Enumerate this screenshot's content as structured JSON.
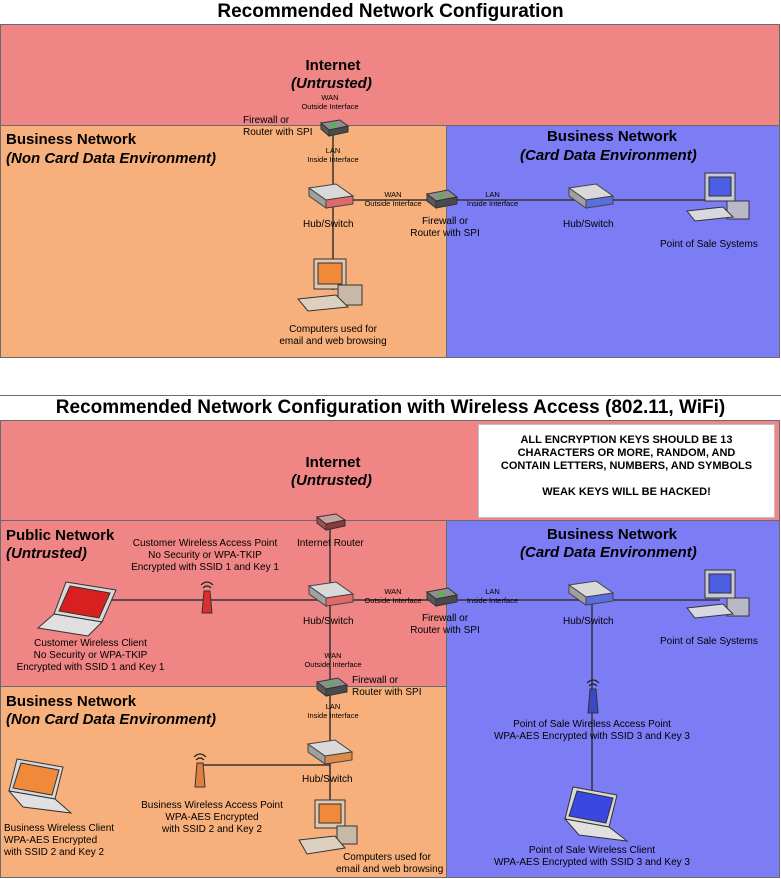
{
  "diagram1": {
    "title": "Recommended Network Configuration",
    "internet": {
      "name": "Internet",
      "sub": "(Untrusted)"
    },
    "business_noncard": {
      "name": "Business Network",
      "sub": "(Non Card Data Environment)"
    },
    "business_card": {
      "name": "Business Network",
      "sub": "(Card Data Environment)"
    },
    "wan_top": {
      "line1": "WAN",
      "line2": "Outside Interface"
    },
    "firewall1_label": {
      "line1": "Firewall or",
      "line2": "Router with SPI"
    },
    "lan_below": {
      "line1": "LAN",
      "line2": "Inside Interface"
    },
    "wan_mid": {
      "line1": "WAN",
      "line2": "Outside Interface"
    },
    "lan_mid": {
      "line1": "LAN",
      "line2": "Inside Interface"
    },
    "firewall2_label": {
      "line1": "Firewall or",
      "line2": "Router with SPI"
    },
    "hub_left": "Hub/Switch",
    "hub_right": "Hub/Switch",
    "pos_label": "Point of Sale Systems",
    "computer_label": {
      "line1": "Computers used for",
      "line2": "email and web browsing"
    }
  },
  "diagram2": {
    "title": "Recommended Network Configuration with Wireless Access (802.11, WiFi)",
    "warning": {
      "line1": "ALL ENCRYPTION KEYS SHOULD BE 13",
      "line2": "CHARACTERS OR MORE, RANDOM, AND",
      "line3": "CONTAIN LETTERS, NUMBERS, AND SYMBOLS",
      "line4": "WEAK KEYS WILL BE HACKED!"
    },
    "internet": {
      "name": "Internet",
      "sub": "(Untrusted)"
    },
    "public": {
      "name": "Public Network",
      "sub": "(Untrusted)"
    },
    "business_card": {
      "name": "Business Network",
      "sub": "(Card Data Environment)"
    },
    "business_noncard": {
      "name": "Business Network",
      "sub": "(Non Card Data Environment)"
    },
    "internet_router": "Internet Router",
    "customer_ap": {
      "line1": "Customer Wireless Access Point",
      "line2": "No Security or WPA-TKIP",
      "line3": "Encrypted with SSID 1 and Key 1"
    },
    "customer_client": {
      "line1": "Customer Wireless Client",
      "line2": "No Security or WPA-TKIP",
      "line3": "Encrypted with SSID 1 and Key 1"
    },
    "hub_public": "Hub/Switch",
    "wan_mid": {
      "line1": "WAN",
      "line2": "Outside Interface"
    },
    "lan_mid": {
      "line1": "LAN",
      "line2": "Inside Interface"
    },
    "firewall_mid_label": {
      "line1": "Firewall or",
      "line2": "Router with SPI"
    },
    "hub_card": "Hub/Switch",
    "pos_label": "Point of Sale Systems",
    "wan_vert": {
      "line1": "WAN",
      "line2": "Outside Interface"
    },
    "firewall_low_label": {
      "line1": "Firewall or",
      "line2": "Router with SPI"
    },
    "lan_vert": {
      "line1": "LAN",
      "line2": "Inside Interface"
    },
    "hub_business": "Hub/Switch",
    "business_ap": {
      "line1": "Business Wireless Access Point",
      "line2": "WPA-AES Encrypted",
      "line3": "with SSID 2 and Key 2"
    },
    "business_client": {
      "line1": "Business Wireless Client",
      "line2": "WPA-AES Encrypted",
      "line3": "with SSID 2 and Key 2"
    },
    "computer_label": {
      "line1": "Computers used for",
      "line2": "email and web browsing"
    },
    "pos_ap": {
      "line1": "Point of Sale Wireless Access Point",
      "line2": "WPA-AES Encrypted with SSID 3 and Key 3"
    },
    "pos_client": {
      "line1": "Point of Sale Wireless Client",
      "line2": "WPA-AES Encrypted with SSID 3 and Key 3"
    }
  },
  "colors": {
    "untrusted": "#ef8585",
    "noncard": "#f7b07b",
    "card": "#7c7cf5",
    "wire": "#333333"
  }
}
